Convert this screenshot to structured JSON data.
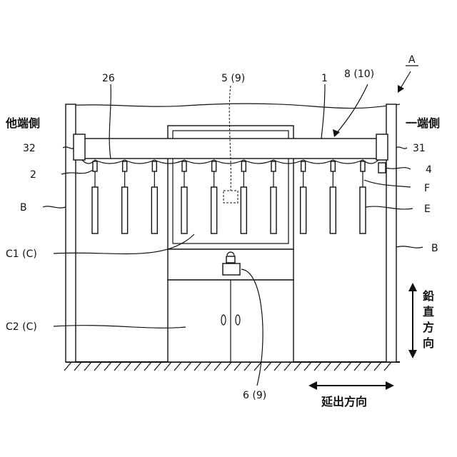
{
  "labels": {
    "fig": "A",
    "other_end": "他端側",
    "one_end": "一端側",
    "n26": "26",
    "n5": "5 (9)",
    "n1": "1",
    "n8": "8 (10)",
    "n32": "32",
    "n31": "31",
    "n2": "2",
    "n4": "4",
    "F": "F",
    "E": "E",
    "B_left": "B",
    "B_right": "B",
    "C1": "C1 (C)",
    "C2": "C2 (C)",
    "n6": "6 (9)",
    "vertical_dir": [
      "鉛",
      "直",
      "方",
      "向"
    ],
    "extend_dir": "延出方向"
  },
  "hangers": {
    "count": 10
  }
}
